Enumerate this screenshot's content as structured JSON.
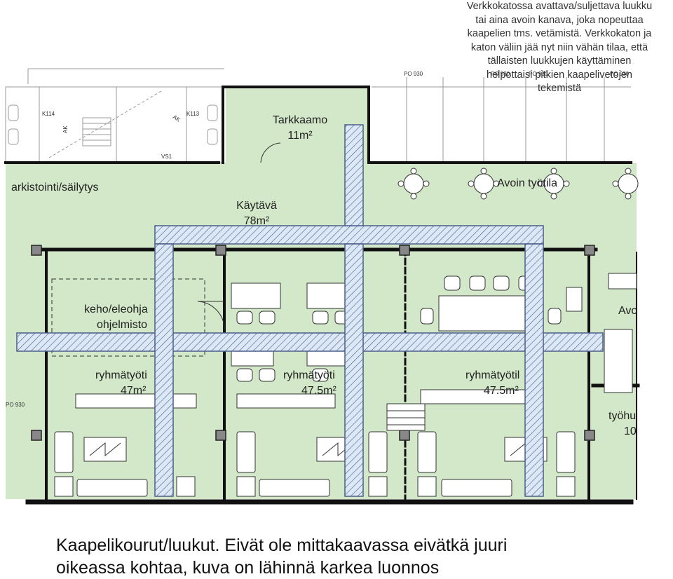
{
  "note": {
    "lines": [
      "Verkkokatossa avattava/suljettava luukku",
      "tai aina avoin kanava, joka nopeuttaa",
      "kaapelien tms. vetämistä. Verkkokaton ja",
      "katon väliin jää nyt niin vähän tilaa,  että",
      "tällaisten luukkujen käyttäminen",
      "helpottaisi pitkien kaapelivetojen",
      "tekemistä"
    ]
  },
  "rooms": {
    "tarkkaamo_name": "Tarkkaamo",
    "tarkkaamo_area": "11m²",
    "archive": "arkistointi/säilytys",
    "corridor_name": "Käytävä",
    "corridor_area": "78m²",
    "open_office": "Avoin työtila",
    "keho_line1": "keho/eleohja",
    "keho_line2": "ohjelmisto",
    "group1_name": "ryhmätyöti",
    "group1_area": "47m²",
    "group2_name": "ryhmätyöti",
    "group2_area": "47.5m²",
    "group3_name": "ryhmätyötil",
    "group3_area": "47.5m²",
    "avo_cut": "Avo",
    "tyo_cut": "työhu",
    "tyo_area_cut": "10"
  },
  "small_labels": {
    "k114": "K114",
    "k113": "K113",
    "ak1": "AK",
    "ak2": "AK",
    "vs1": "VS1",
    "po1": "PO 930",
    "po2": "PO 930",
    "po3": "PO 930",
    "po4": "PO 930",
    "po5": "PO 930"
  },
  "caption": {
    "line1": "Kaapelikourut/luukut.  Eivät ole mittakaavassa eivätkä juuri",
    "line2": "oikeassa kohtaa, kuva on lähinnä karkea luonnos"
  },
  "colors": {
    "floor": "#d2e8c8",
    "wall": "#111111",
    "duct_fill": "#dce8f5",
    "duct_stroke": "#4a5e8a"
  }
}
